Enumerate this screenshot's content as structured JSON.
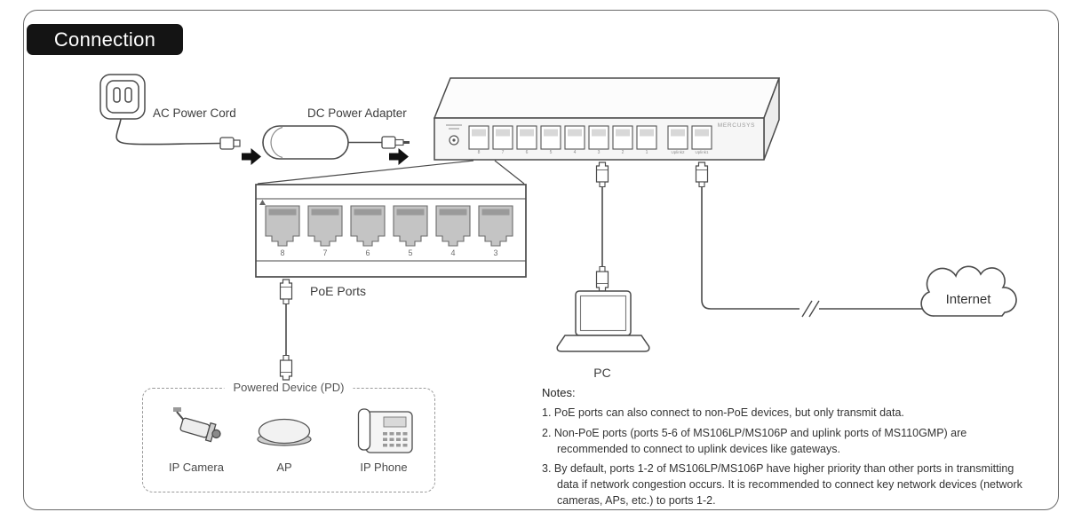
{
  "header": {
    "title": "Connection"
  },
  "power": {
    "ac_cord_label": "AC Power Cord",
    "dc_adapter_label": "DC Power Adapter"
  },
  "switch": {
    "brand": "MERCUSYS",
    "port_labels": [
      "8",
      "7",
      "6",
      "5",
      "4",
      "3",
      "2",
      "1",
      "Uplink2",
      "Uplink1"
    ]
  },
  "poe_panel": {
    "label": "PoE Ports",
    "port_labels": [
      "8",
      "7",
      "6",
      "5",
      "4",
      "3"
    ]
  },
  "pd_box": {
    "label": "Powered Device (PD)",
    "devices": [
      {
        "label": "IP Camera"
      },
      {
        "label": "AP"
      },
      {
        "label": "IP Phone"
      }
    ]
  },
  "pc": {
    "label": "PC"
  },
  "internet": {
    "label": "Internet"
  },
  "notes": {
    "heading": "Notes:",
    "items": [
      "1. PoE ports can also connect to non-PoE devices, but only transmit data.",
      "2. Non-PoE ports (ports 5-6 of MS106LP/MS106P and uplink ports of MS110GMP) are recommended to connect to uplink devices like gateways.",
      "3. By default, ports 1-2 of MS106LP/MS106P have higher priority than other ports in transmitting data if network congestion occurs. It is recommended to connect key network devices (network cameras, APs, etc.) to ports 1-2."
    ]
  }
}
